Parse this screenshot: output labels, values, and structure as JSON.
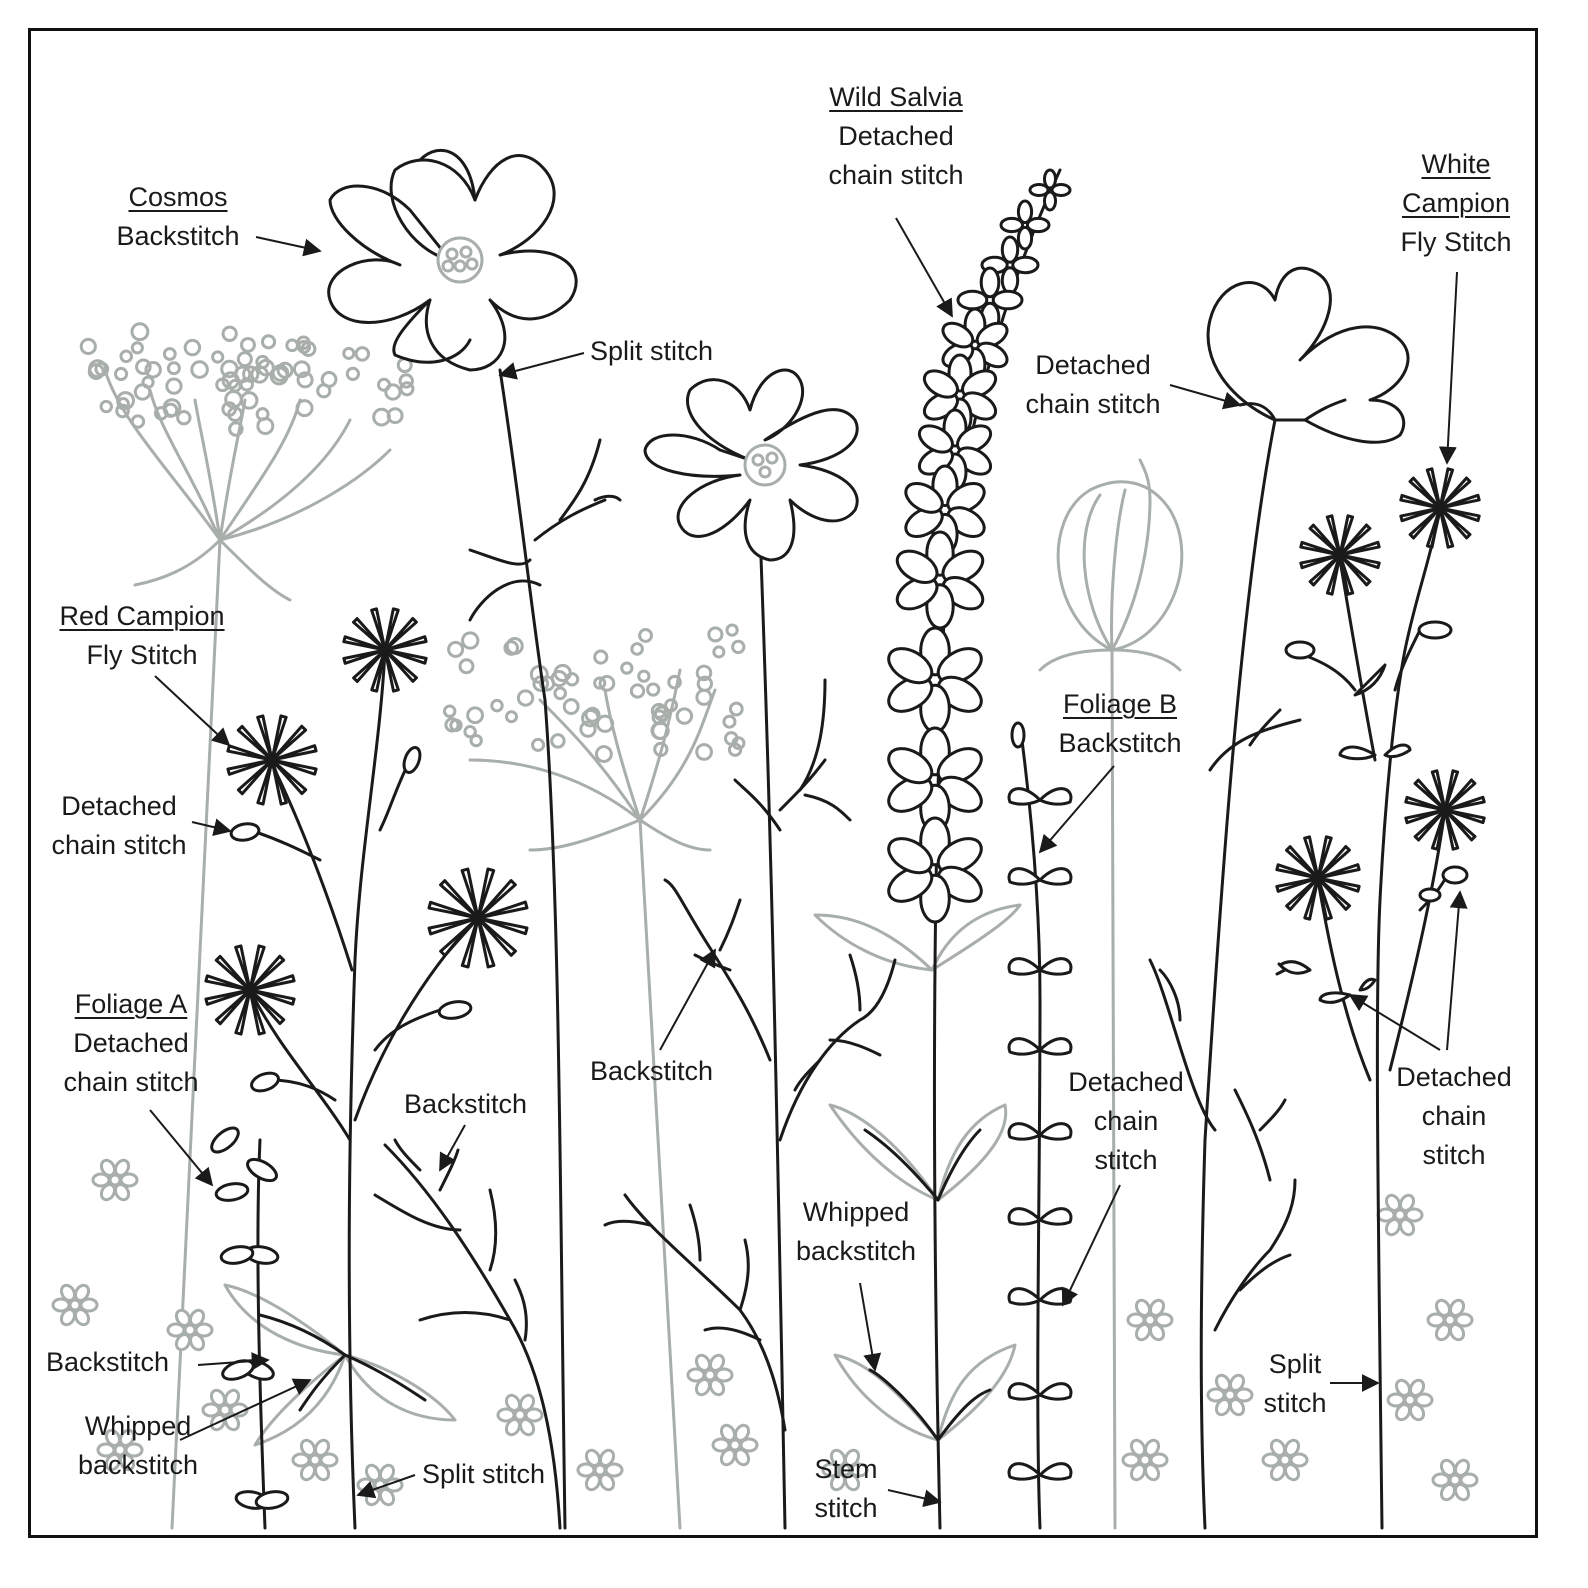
{
  "labels": {
    "cosmos": {
      "name": "Cosmos",
      "stitch": "Backstitch"
    },
    "split_stitch_cosmos": "Split stitch",
    "wild_salvia": {
      "name": "Wild Salvia",
      "stitch1": "Detached",
      "stitch2": "chain stitch"
    },
    "white_campion": {
      "name1": "White",
      "name2": "Campion",
      "stitch": "Fly Stitch"
    },
    "detached_chain_right": {
      "l1": "Detached",
      "l2": "chain stitch"
    },
    "red_campion": {
      "name": "Red Campion",
      "stitch": "Fly Stitch"
    },
    "detached_chain_left": {
      "l1": "Detached",
      "l2": "chain stitch"
    },
    "foliage_a": {
      "name": "Foliage A",
      "l1": "Detached",
      "l2": "chain stitch"
    },
    "foliage_b": {
      "name": "Foliage B",
      "stitch": "Backstitch"
    },
    "backstitch_center": "Backstitch",
    "backstitch_mid": "Backstitch",
    "detached_chain_stitch_mid": {
      "l1": "Detached",
      "l2": "chain",
      "l3": "stitch"
    },
    "detached_chain_stitch_far": {
      "l1": "Detached",
      "l2": "chain",
      "l3": "stitch"
    },
    "whipped_backstitch_mid": {
      "l1": "Whipped",
      "l2": "backstitch"
    },
    "backstitch_bottom_left": "Backstitch",
    "whipped_backstitch_left": {
      "l1": "Whipped",
      "l2": "backstitch"
    },
    "split_stitch_bottom": "Split stitch",
    "stem_stitch": {
      "l1": "Stem",
      "l2": "stitch"
    },
    "split_stitch_right": {
      "l1": "Split",
      "l2": "stitch"
    }
  },
  "colors": {
    "ink": "#1a1a1a",
    "guide_grey": "#a8aeaa",
    "background": "#ffffff"
  }
}
